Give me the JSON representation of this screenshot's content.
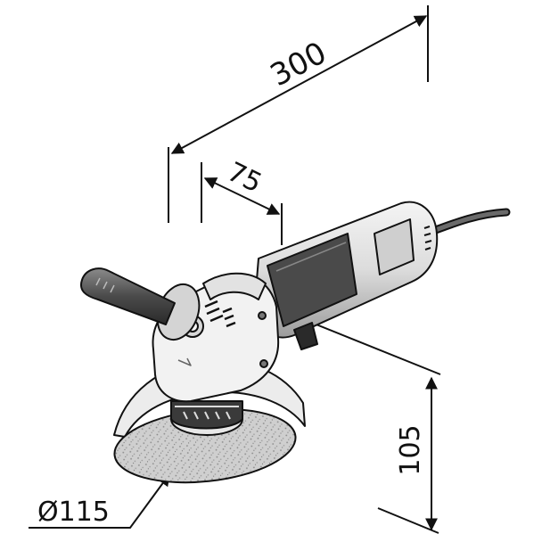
{
  "dimensions": {
    "length": "300",
    "head_length": "75",
    "height": "105",
    "disc_diameter": "Ø115"
  },
  "colors": {
    "line": "#111111",
    "body_light": "#e9e9e9",
    "body_mid": "#bdbdbd",
    "body_dark": "#5a5a5a",
    "disc": "#c8c8c8"
  }
}
